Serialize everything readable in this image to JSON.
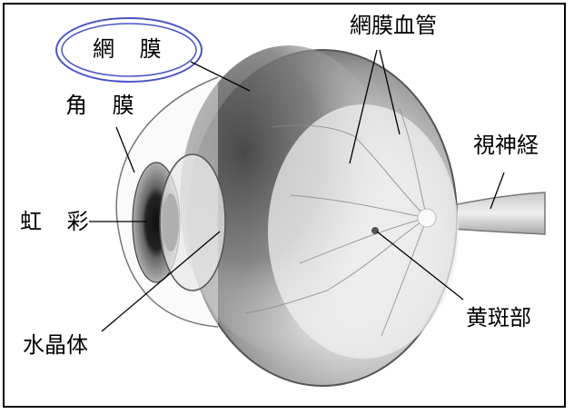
{
  "labels": {
    "retina": "網 膜",
    "retinal_vessels": "網膜血管",
    "cornea": "角 膜",
    "optic_nerve": "視神経",
    "iris": "虹 彩",
    "macula": "黄斑部",
    "lens": "水晶体"
  },
  "colors": {
    "highlight_ellipse": "#4a55c8",
    "frame": "#000000",
    "ink": "#000000"
  }
}
